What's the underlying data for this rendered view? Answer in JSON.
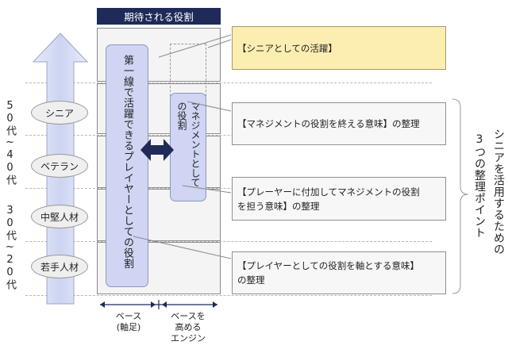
{
  "header": {
    "expected_role": "期待される役割"
  },
  "left_axis": {
    "upper_age": "50代~40代",
    "lower_age": "30代~20代"
  },
  "levels": [
    {
      "label": "シニア"
    },
    {
      "label": "ベテラン"
    },
    {
      "label": "中堅人材"
    },
    {
      "label": "若手人材"
    }
  ],
  "roles": {
    "player": "第一線で活躍できるプレイヤーとしての役割",
    "management": "マネジメントとしての役割"
  },
  "points": [
    {
      "lines": [
        "【シニアとしての活躍】"
      ]
    },
    {
      "lines": [
        "【マネジメントの役割を終える意味】の整理"
      ]
    },
    {
      "lines": [
        "【プレーヤーに付加してマネジメントの役割",
        "を担う意味】の整理"
      ]
    },
    {
      "lines": [
        "【プレイヤーとしての役割を軸とする意味】",
        "の整理"
      ]
    }
  ],
  "bottom": {
    "base": [
      "ベース",
      "(軸足)"
    ],
    "engine": [
      "ベースを",
      "高める",
      "エンジン"
    ]
  },
  "right_label": [
    "シニアを活用するための",
    "3つの整理ポイント"
  ]
}
